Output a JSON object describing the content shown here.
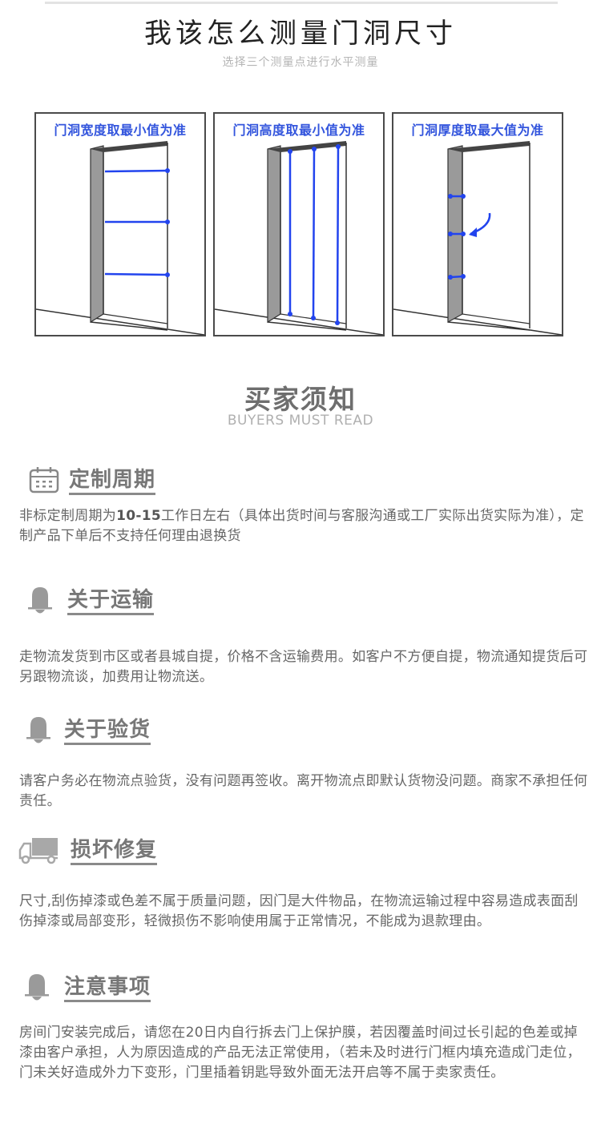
{
  "header": {
    "title": "我该怎么测量门洞尺寸",
    "subtitle": "选择三个测量点进行水平测量"
  },
  "diagrams": [
    {
      "title": "门洞宽度取最小值为准",
      "type": "width"
    },
    {
      "title": "门洞高度取最小值为准",
      "type": "height"
    },
    {
      "title": "门洞厚度取最大值为准",
      "type": "thickness"
    }
  ],
  "colors": {
    "accent_blue": "#2244ee",
    "panel_title_blue": "#3355dd",
    "heading_gray": "#777777",
    "body_gray": "#666666"
  },
  "notice": {
    "title": "买家须知",
    "subtitle": "BUYERS MUST READ"
  },
  "sections": [
    {
      "icon": "calendar-icon",
      "heading": "定制周期",
      "body_prefix": "非标定制周期为",
      "body_highlight": "10-15",
      "body_suffix": "工作日左右（具体出货时间与客服沟通或工厂实际出货实际为准），定制产品下单后不支持任何理由退换货"
    },
    {
      "icon": "bell-icon",
      "heading": "关于运输",
      "body": "走物流发货到市区或者县城自提，价格不含运输费用。如客户不方便自提，物流通知提货后可另跟物流谈，加费用让物流送。"
    },
    {
      "icon": "bell-icon",
      "heading": "关于验货",
      "body": "请客户务必在物流点验货，没有问题再签收。离开物流点即默认货物没问题。商家不承担任何责任。"
    },
    {
      "icon": "truck-icon",
      "heading": "损坏修复",
      "body": "尺寸,刮伤掉漆或色差不属于质量问题，因门是大件物品，在物流运输过程中容易造成表面刮伤掉漆或局部变形，轻微损伤不影响使用属于正常情况，不能成为退款理由。"
    },
    {
      "icon": "bell-icon",
      "heading": "注意事项",
      "body": "房间门安装完成后，请您在20日内自行拆去门上保护膜，若因覆盖时间过长引起的色差或掉漆由客户承担，人为原因造成的产品无法正常使用，（若未及时进行门框内填充造成门走位，门未关好造成外力下变形，门里插着钥匙导致外面无法开启等不属于卖家责任。"
    }
  ]
}
